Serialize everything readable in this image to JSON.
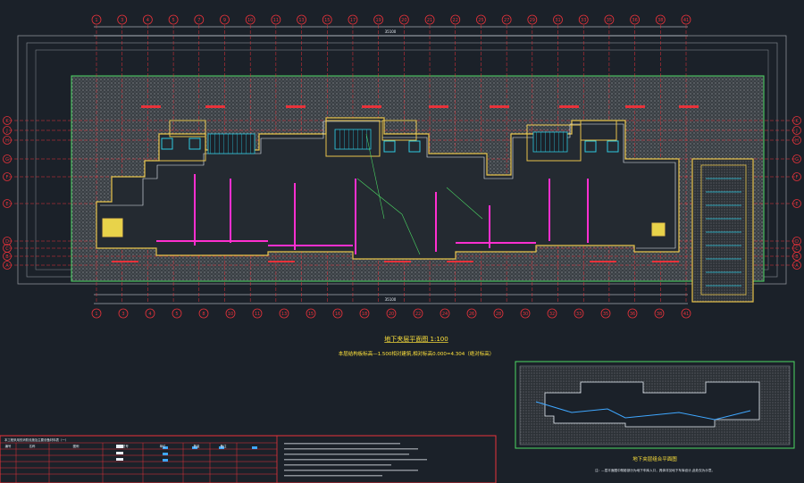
{
  "colors": {
    "background": "#1b2129",
    "axis": "#e8323a",
    "slab_border": "#4cd964",
    "hatch": "#8a8f96",
    "walls": "#e8c34a",
    "partition": "#ff2fd0",
    "outline": "#e8eef5",
    "equipment": "#2ec8e0",
    "pipe": "#3fa7ff",
    "note": "#ffd84a",
    "title": "#ffe23b"
  },
  "grid": {
    "top_bubbles": [
      "1",
      "3",
      "4",
      "5",
      "7",
      "9",
      "10",
      "11",
      "13",
      "15",
      "17",
      "19",
      "20",
      "21",
      "22",
      "25",
      "27",
      "29",
      "31",
      "33",
      "35",
      "36",
      "38",
      "41"
    ],
    "bottom_bubbles": [
      "1",
      "3",
      "4",
      "5",
      "8",
      "10",
      "11",
      "13",
      "15",
      "16",
      "18",
      "20",
      "22",
      "24",
      "26",
      "28",
      "30",
      "32",
      "33",
      "35",
      "36",
      "38",
      "41"
    ],
    "left_rows": [
      "K",
      "J",
      "H",
      "G",
      "F",
      "E",
      "D",
      "C",
      "B",
      "A"
    ],
    "right_rows": [
      "K",
      "J",
      "H",
      "G",
      "F",
      "E",
      "D",
      "C",
      "B",
      "A"
    ],
    "total_dim_top": "35100",
    "total_dim_bottom": "35100"
  },
  "plan": {
    "title": "地下夹层平面图  1:100",
    "note": "本层结构板标高—1.500相对建筑,相对标高0.000=4.304（绝对标高）"
  },
  "key_plan": {
    "title": "地下夹层组合平面图",
    "note": "注：—层平面图中阴影部分为地下车库入口，具体详见地下车库设计,此处仅为示意。"
  },
  "legend_table": {
    "title": "本工程采用的消防设施及主要设备材料表（一）",
    "headers": [
      "编号",
      "名称",
      "图例",
      "规格型号",
      "单位",
      "数量",
      "备注"
    ]
  }
}
